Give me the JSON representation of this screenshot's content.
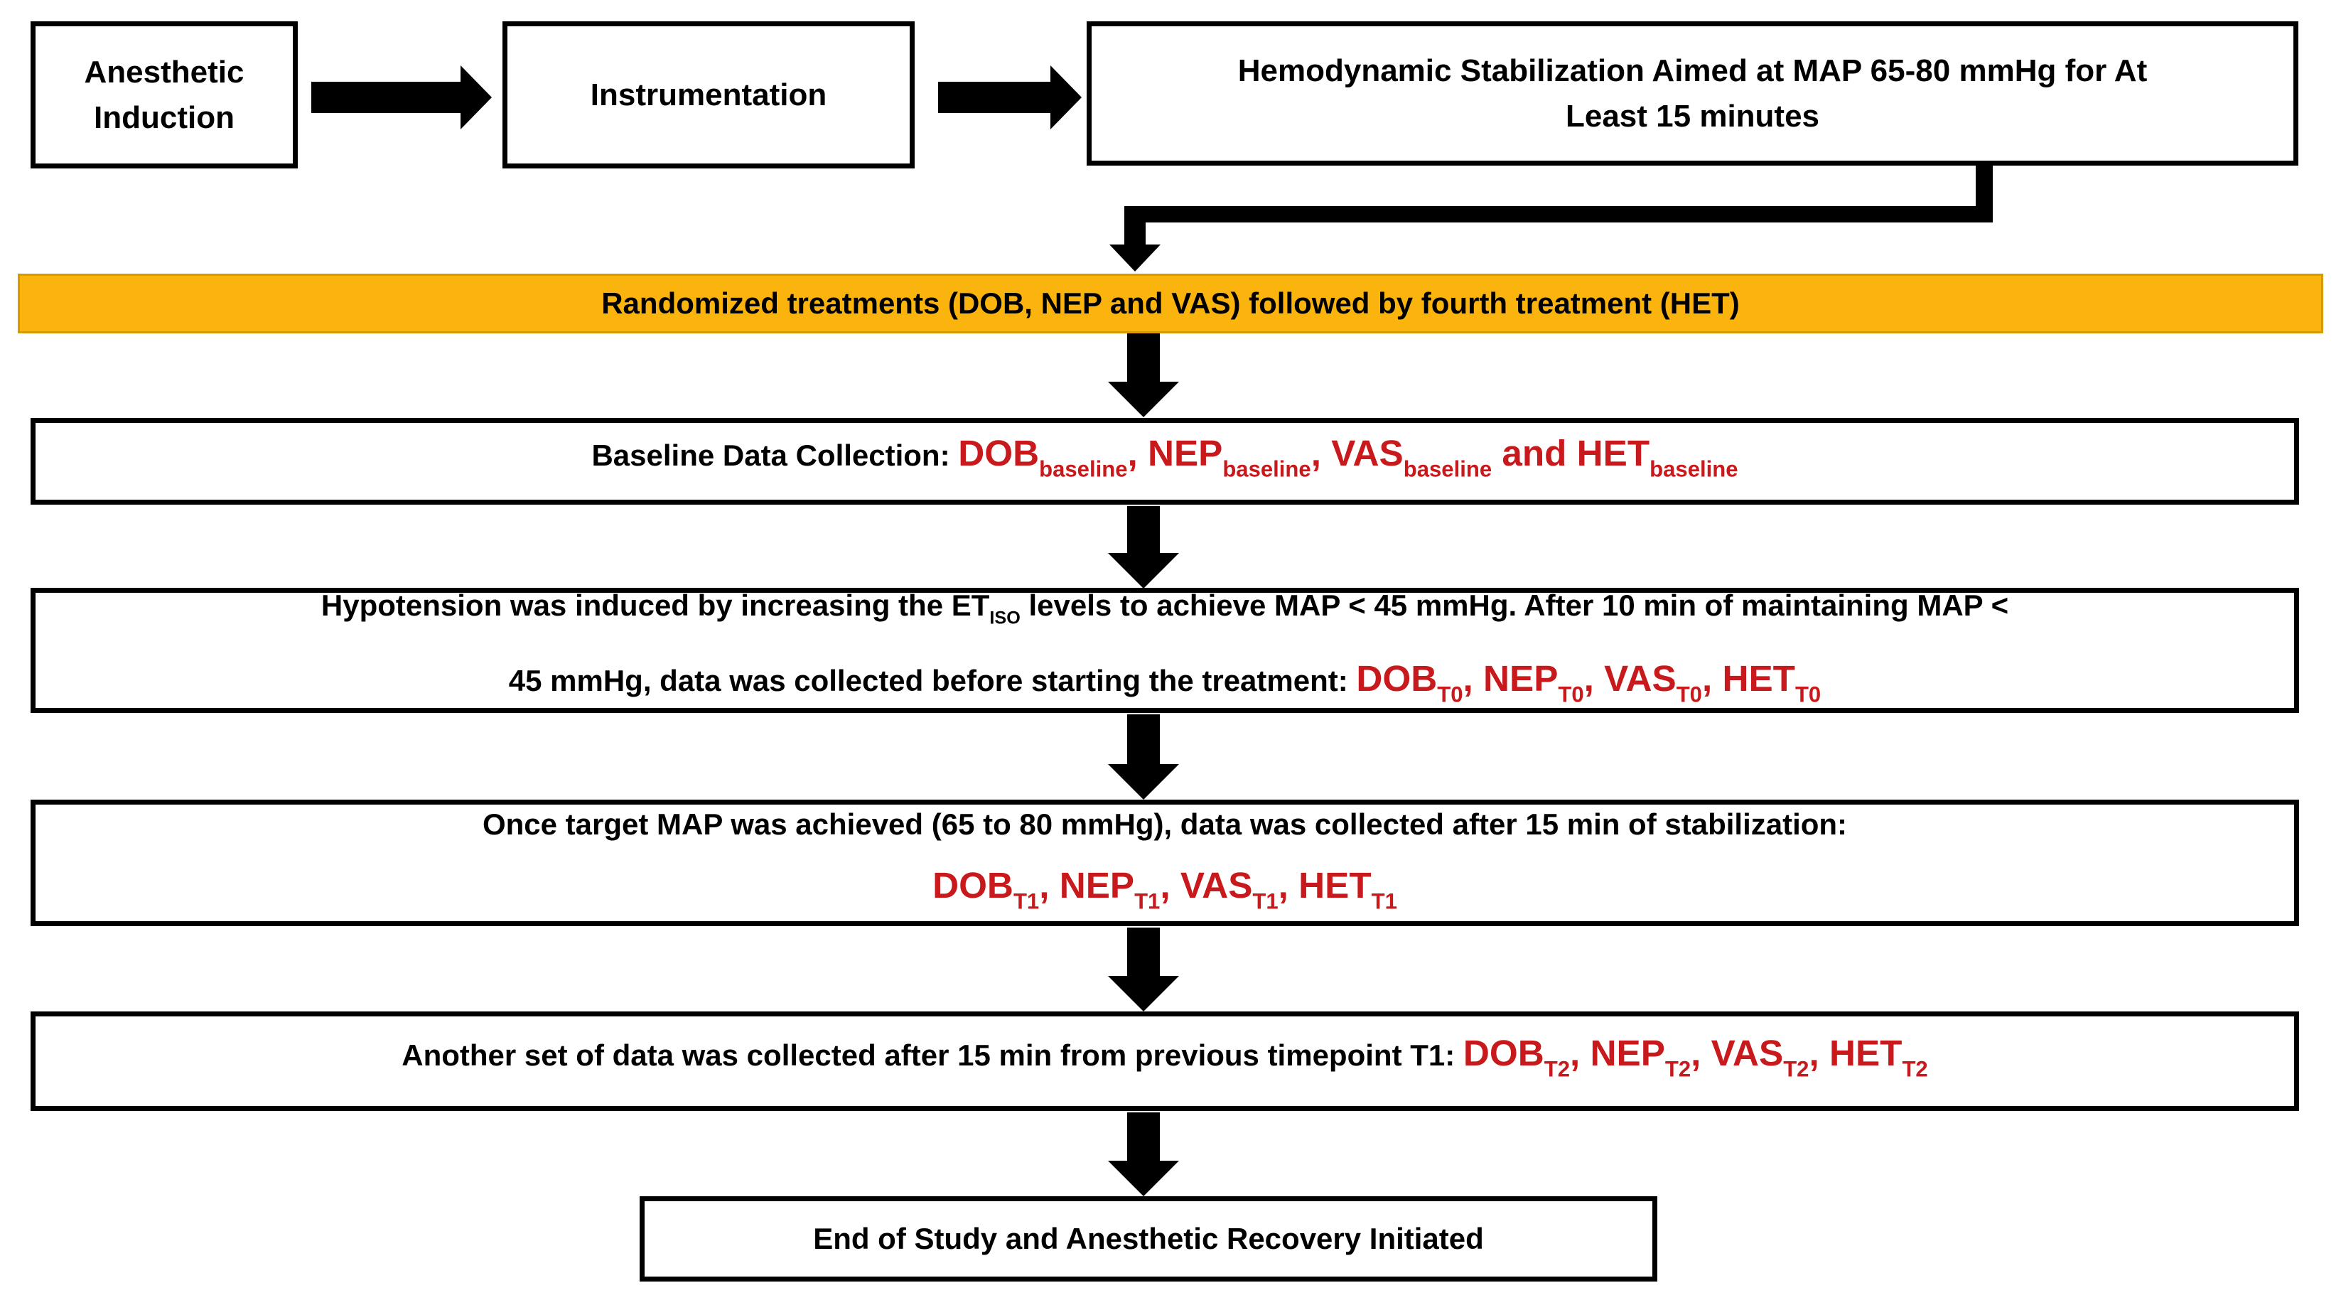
{
  "palette": {
    "orange": "#FBB40E",
    "orange_border": "#D59B00",
    "red": "#C8191C",
    "ink": "#000000",
    "background": "#FFFFFF"
  },
  "flow": {
    "anesthetic_induction": {
      "segments": [
        {
          "t": "Anesthetic"
        },
        {
          "br": true
        },
        {
          "t": "Induction"
        }
      ]
    },
    "instrumentation": {
      "segments": [
        {
          "t": "Instrumentation"
        }
      ]
    },
    "hemodynamic_stabilization": {
      "segments": [
        {
          "t": "Hemodynamic Stabilization Aimed at MAP 65-80 mmHg for At"
        },
        {
          "br": true
        },
        {
          "t": "Least 15 minutes"
        }
      ]
    },
    "randomized_treatments": {
      "segments": [
        {
          "t": "Randomized treatments (DOB, NEP and VAS) followed by fourth treatment (HET)"
        }
      ]
    },
    "baseline_collection": {
      "segments": [
        {
          "t": "Baseline Data Collection: "
        },
        {
          "t": "DOB",
          "red": true
        },
        {
          "t": "baseline",
          "red": true,
          "sub": true
        },
        {
          "t": ", ",
          "red": true
        },
        {
          "t": "NEP",
          "red": true
        },
        {
          "t": "baseline",
          "red": true,
          "sub": true
        },
        {
          "t": ", ",
          "red": true
        },
        {
          "t": "VAS",
          "red": true
        },
        {
          "t": "baseline",
          "red": true,
          "sub": true
        },
        {
          "t": " and ",
          "red": true
        },
        {
          "t": "HET",
          "red": true
        },
        {
          "t": "baseline",
          "red": true,
          "sub": true
        }
      ]
    },
    "hypotension_induction": {
      "segments": [
        {
          "t": "Hypotension was induced by increasing the ET"
        },
        {
          "t": "ISO",
          "sub": true
        },
        {
          "t": " levels to achieve MAP < 45 mmHg. After 10 min of maintaining MAP <"
        },
        {
          "br": true
        },
        {
          "t": "45 mmHg, data was collected before starting the treatment: "
        },
        {
          "t": "DOB",
          "red": true
        },
        {
          "t": "T0",
          "red": true,
          "sub": true
        },
        {
          "t": ", ",
          "red": true
        },
        {
          "t": "NEP",
          "red": true
        },
        {
          "t": "T0",
          "red": true,
          "sub": true
        },
        {
          "t": ", ",
          "red": true
        },
        {
          "t": "VAS",
          "red": true
        },
        {
          "t": "T0",
          "red": true,
          "sub": true
        },
        {
          "t": ", ",
          "red": true
        },
        {
          "t": "HET",
          "red": true
        },
        {
          "t": "T0",
          "red": true,
          "sub": true
        }
      ]
    },
    "target_map_stabilization": {
      "segments": [
        {
          "t": "Once target MAP was achieved (65 to 80 mmHg), data was collected after 15 min of stabilization:"
        },
        {
          "br": true
        },
        {
          "t": "DOB",
          "red": true
        },
        {
          "t": "T1",
          "red": true,
          "sub": true
        },
        {
          "t": ", ",
          "red": true
        },
        {
          "t": "NEP",
          "red": true
        },
        {
          "t": "T1",
          "red": true,
          "sub": true
        },
        {
          "t": ", ",
          "red": true
        },
        {
          "t": "VAS",
          "red": true
        },
        {
          "t": "T1",
          "red": true,
          "sub": true
        },
        {
          "t": ", ",
          "red": true
        },
        {
          "t": "HET",
          "red": true
        },
        {
          "t": "T1",
          "red": true,
          "sub": true
        }
      ]
    },
    "second_timepoint": {
      "segments": [
        {
          "t": "Another set of data was collected after 15 min from previous timepoint T1: "
        },
        {
          "t": "DOB",
          "red": true
        },
        {
          "t": "T2",
          "red": true,
          "sub": true
        },
        {
          "t": ", ",
          "red": true
        },
        {
          "t": "NEP",
          "red": true
        },
        {
          "t": "T2",
          "red": true,
          "sub": true
        },
        {
          "t": ", ",
          "red": true
        },
        {
          "t": "VAS",
          "red": true
        },
        {
          "t": "T2",
          "red": true,
          "sub": true
        },
        {
          "t": ", ",
          "red": true
        },
        {
          "t": "HET",
          "red": true
        },
        {
          "t": "T2",
          "red": true,
          "sub": true
        }
      ]
    },
    "end_of_study": {
      "segments": [
        {
          "t": "End of Study and Anesthetic Recovery Initiated"
        }
      ]
    }
  }
}
